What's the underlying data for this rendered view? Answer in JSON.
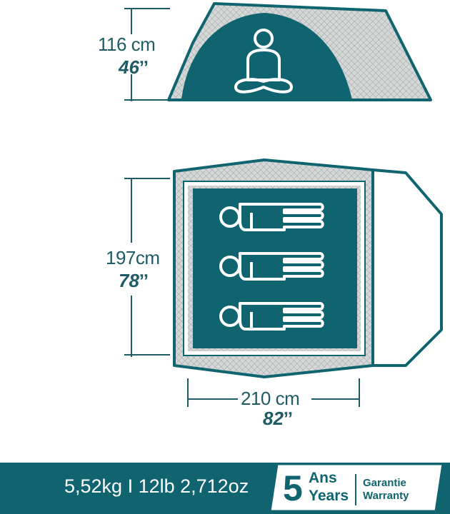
{
  "colors": {
    "teal": "#0f6470",
    "mesh": "#c9cccc",
    "line": "#1f5b66",
    "white": "#ffffff"
  },
  "side_view": {
    "height_cm": "116 cm",
    "height_in": "46ˮ"
  },
  "floor_view": {
    "length_cm": "197cm",
    "length_in": "78ˮ",
    "width_cm": "210 cm",
    "width_in": "82ˮ",
    "sleepers": 3
  },
  "footer": {
    "weight_icon": "weight-icon",
    "weight_text": "5,52kg I 12lb 2,712oz",
    "warranty_number": "5",
    "warranty_fr": "Ans",
    "warranty_en": "Years",
    "garantie": "Garantie",
    "warranty": "Warranty"
  }
}
